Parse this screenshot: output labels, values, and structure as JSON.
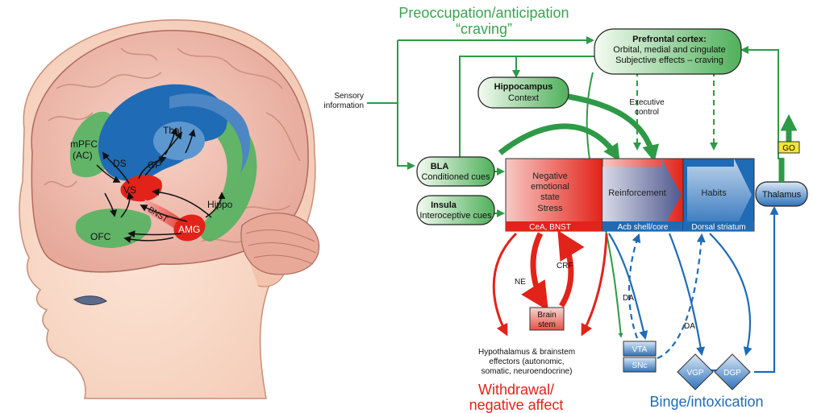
{
  "brain": {
    "labels": {
      "mpfc_1": "mPFC",
      "mpfc_2": "(AC)",
      "ds": "DS",
      "thal": "Thal",
      "gp": "GP",
      "vs": "VS",
      "bnst": "BNST",
      "hippo": "Hippo",
      "ofc": "OFC",
      "amg": "AMG"
    }
  },
  "stages": {
    "craving_1": "Preoccupation/anticipation",
    "craving_2": "“craving”",
    "withdrawal_1": "Withdrawal/",
    "withdrawal_2": "negative affect",
    "binge": "Binge/intoxication"
  },
  "nodes": {
    "pfc_title": "Prefrontal cortex:",
    "pfc_line2": "Orbital, medial and cingulate",
    "pfc_line3": "Subjective effects – craving",
    "hippo_title": "Hippocampus",
    "hippo_sub": "Context",
    "bla_title": "BLA",
    "bla_sub": "Conditioned cues",
    "insula_title": "Insula",
    "insula_sub": "Interoceptive cues",
    "neg_1": "Negative",
    "neg_2": "emotional",
    "neg_3": "state",
    "neg_4": "Stress",
    "neg_foot": "CeA, BNST",
    "reinf": "Reinforcement",
    "reinf_foot": "Acb shell/core",
    "habits": "Habits",
    "habits_foot": "Dorsal striatum",
    "thalamus": "Thalamus",
    "go": "GO",
    "brainstem_1": "Brain",
    "brainstem_2": "stem",
    "vta": "VTA",
    "snc": "SNc",
    "vgp": "VGP",
    "dgp": "DGP"
  },
  "labels": {
    "sensory_1": "Sensory",
    "sensory_2": "information",
    "exec_1": "Executive",
    "exec_2": "control",
    "crf": "CRF",
    "ne": "NE",
    "da_1": "DA",
    "da_2": "DA",
    "hypo_1": "Hypothalamus & brainstem",
    "hypo_2": "effectors (autonomic,",
    "hypo_3": "somatic, neuroendocrine)"
  },
  "colors": {
    "green": "#2e9a47",
    "green_text": "#3aa34f",
    "red": "#e2231a",
    "blue": "#1f6bb5",
    "go_yellow": "#f3e33a"
  }
}
